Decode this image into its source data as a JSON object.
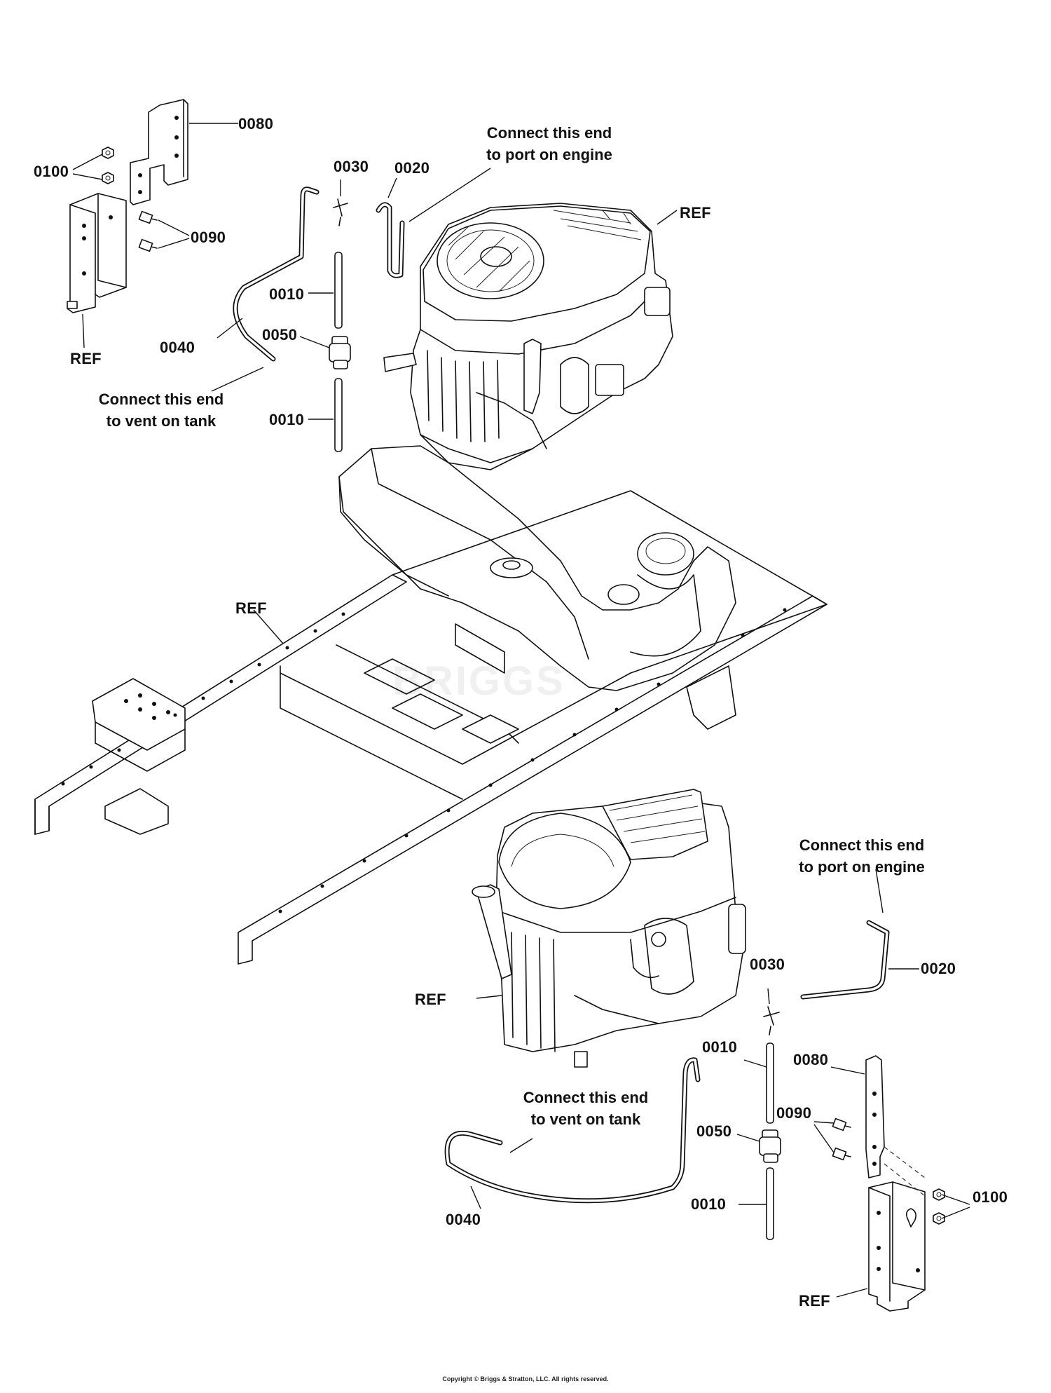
{
  "callouts": {
    "top_0080": "0080",
    "top_0100": "0100",
    "top_0090": "0090",
    "top_ref_bracket": "REF",
    "top_0030": "0030",
    "top_0020": "0020",
    "top_0010_a": "0010",
    "top_0050": "0050",
    "top_0010_b": "0010",
    "top_0040": "0040",
    "top_ref_engine": "REF",
    "frame_ref": "REF",
    "bottom_ref_engine": "REF",
    "bottom_0030": "0030",
    "bottom_0020": "0020",
    "bottom_0010_a": "0010",
    "bottom_0080": "0080",
    "bottom_0090": "0090",
    "bottom_0050": "0050",
    "bottom_0100": "0100",
    "bottom_0010_b": "0010",
    "bottom_0040": "0040",
    "bottom_ref_bracket": "REF"
  },
  "notes": {
    "top_port": [
      "Connect this end",
      "to port on engine"
    ],
    "top_vent": [
      "Connect this end",
      "to vent on tank"
    ],
    "bottom_port": [
      "Connect this end",
      "to port on engine"
    ],
    "bottom_vent": [
      "Connect this end",
      "to vent on tank"
    ]
  },
  "watermark": "BRIGGS",
  "copyright": "Copyright © Briggs & Stratton, LLC. All rights reserved."
}
